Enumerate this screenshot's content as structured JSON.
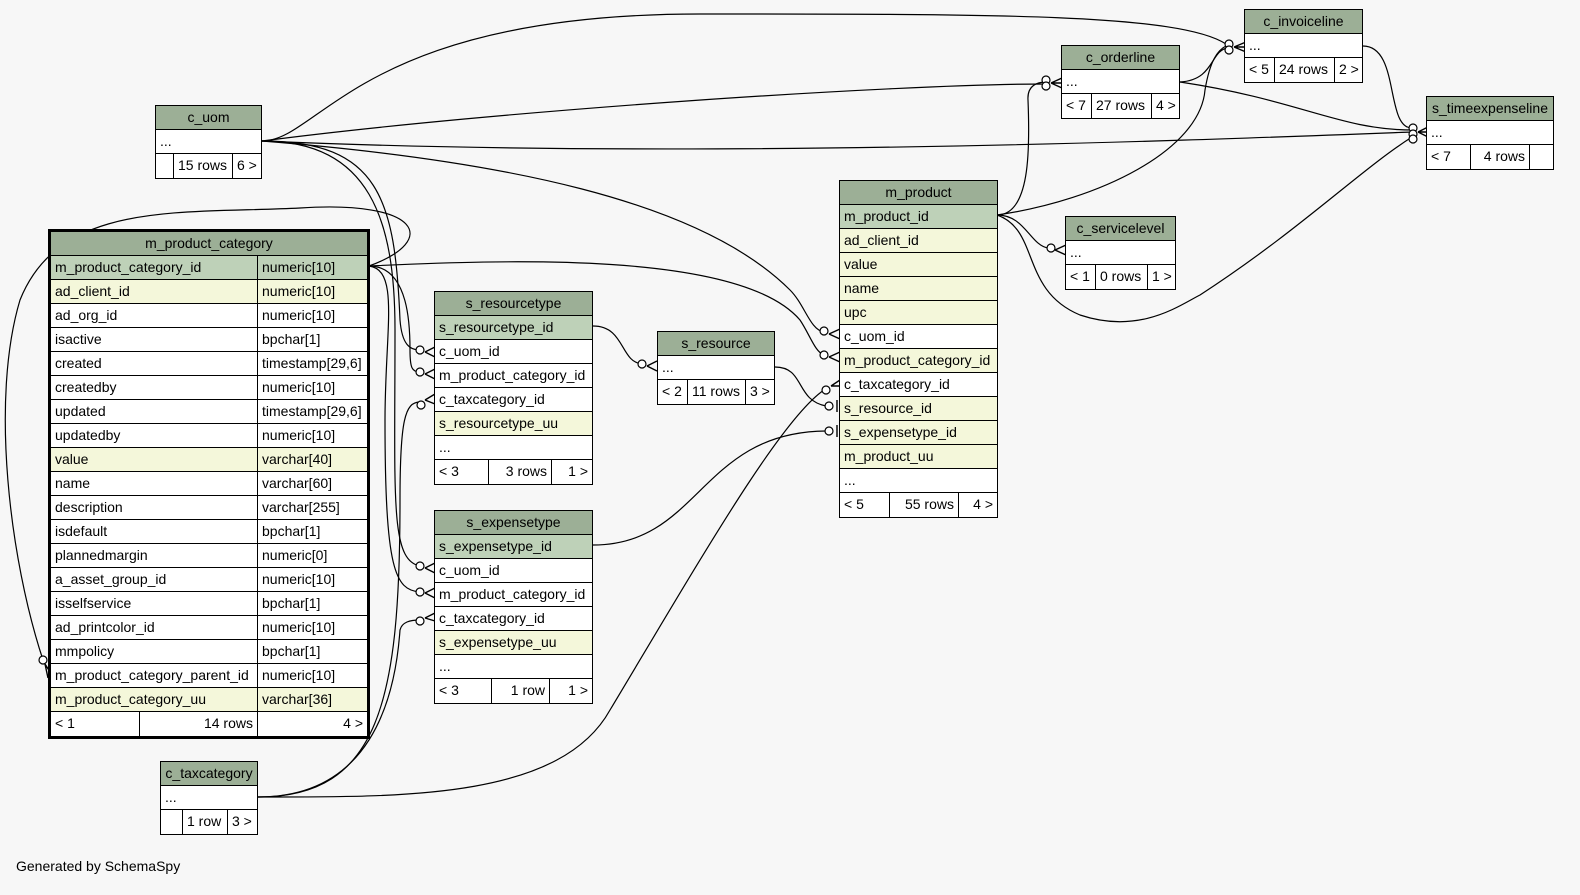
{
  "footer": "Generated by SchemaSpy",
  "colors": {
    "background": "#f7f7f7",
    "header": "#9caf96",
    "primary_key": "#bed1b8",
    "indexed": "#f4f7da",
    "plain": "#ffffff"
  },
  "tables": {
    "c_uom": {
      "title": "c_uom",
      "row1": "...",
      "foot": [
        "",
        "15 rows",
        "6 >"
      ]
    },
    "m_product_category": {
      "title": "m_product_category",
      "columns": [
        {
          "name": "m_product_category_id",
          "type": "numeric[10]"
        },
        {
          "name": "ad_client_id",
          "type": "numeric[10]"
        },
        {
          "name": "ad_org_id",
          "type": "numeric[10]"
        },
        {
          "name": "isactive",
          "type": "bpchar[1]"
        },
        {
          "name": "created",
          "type": "timestamp[29,6]"
        },
        {
          "name": "createdby",
          "type": "numeric[10]"
        },
        {
          "name": "updated",
          "type": "timestamp[29,6]"
        },
        {
          "name": "updatedby",
          "type": "numeric[10]"
        },
        {
          "name": "value",
          "type": "varchar[40]"
        },
        {
          "name": "name",
          "type": "varchar[60]"
        },
        {
          "name": "description",
          "type": "varchar[255]"
        },
        {
          "name": "isdefault",
          "type": "bpchar[1]"
        },
        {
          "name": "plannedmargin",
          "type": "numeric[0]"
        },
        {
          "name": "a_asset_group_id",
          "type": "numeric[10]"
        },
        {
          "name": "isselfservice",
          "type": "bpchar[1]"
        },
        {
          "name": "ad_printcolor_id",
          "type": "numeric[10]"
        },
        {
          "name": "mmpolicy",
          "type": "bpchar[1]"
        },
        {
          "name": "m_product_category_parent_id",
          "type": "numeric[10]"
        },
        {
          "name": "m_product_category_uu",
          "type": "varchar[36]"
        }
      ],
      "foot": [
        "< 1",
        "14 rows",
        "4 >"
      ]
    },
    "c_taxcategory": {
      "title": "c_taxcategory",
      "row1": "...",
      "foot": [
        "",
        "1 row",
        "3 >"
      ]
    },
    "s_resourcetype": {
      "title": "s_resourcetype",
      "columns": [
        "s_resourcetype_id",
        "c_uom_id",
        "m_product_category_id",
        "c_taxcategory_id",
        "s_resourcetype_uu",
        "..."
      ],
      "foot": [
        "< 3",
        "3 rows",
        "1 >"
      ]
    },
    "s_expensetype": {
      "title": "s_expensetype",
      "columns": [
        "s_expensetype_id",
        "c_uom_id",
        "m_product_category_id",
        "c_taxcategory_id",
        "s_expensetype_uu",
        "..."
      ],
      "foot": [
        "< 3",
        "1 row",
        "1 >"
      ]
    },
    "s_resource": {
      "title": "s_resource",
      "row1": "...",
      "foot": [
        "< 2",
        "11 rows",
        "3 >"
      ]
    },
    "m_product": {
      "title": "m_product",
      "columns": [
        "m_product_id",
        "ad_client_id",
        "value",
        "name",
        "upc",
        "c_uom_id",
        "m_product_category_id",
        "c_taxcategory_id",
        "s_resource_id",
        "s_expensetype_id",
        "m_product_uu",
        "..."
      ],
      "foot": [
        "< 5",
        "55 rows",
        "4 >"
      ]
    },
    "c_orderline": {
      "title": "c_orderline",
      "row1": "...",
      "foot": [
        "< 7",
        "27 rows",
        "4 >"
      ]
    },
    "c_invoiceline": {
      "title": "c_invoiceline",
      "row1": "...",
      "foot": [
        "< 5",
        "24 rows",
        "2 >"
      ]
    },
    "c_servicelevel": {
      "title": "c_servicelevel",
      "row1": "...",
      "foot": [
        "< 1",
        "0 rows",
        "1 >"
      ]
    },
    "s_timeexpenseline": {
      "title": "s_timeexpenseline",
      "row1": "...",
      "foot": [
        "< 7",
        "4 rows",
        ""
      ]
    }
  }
}
